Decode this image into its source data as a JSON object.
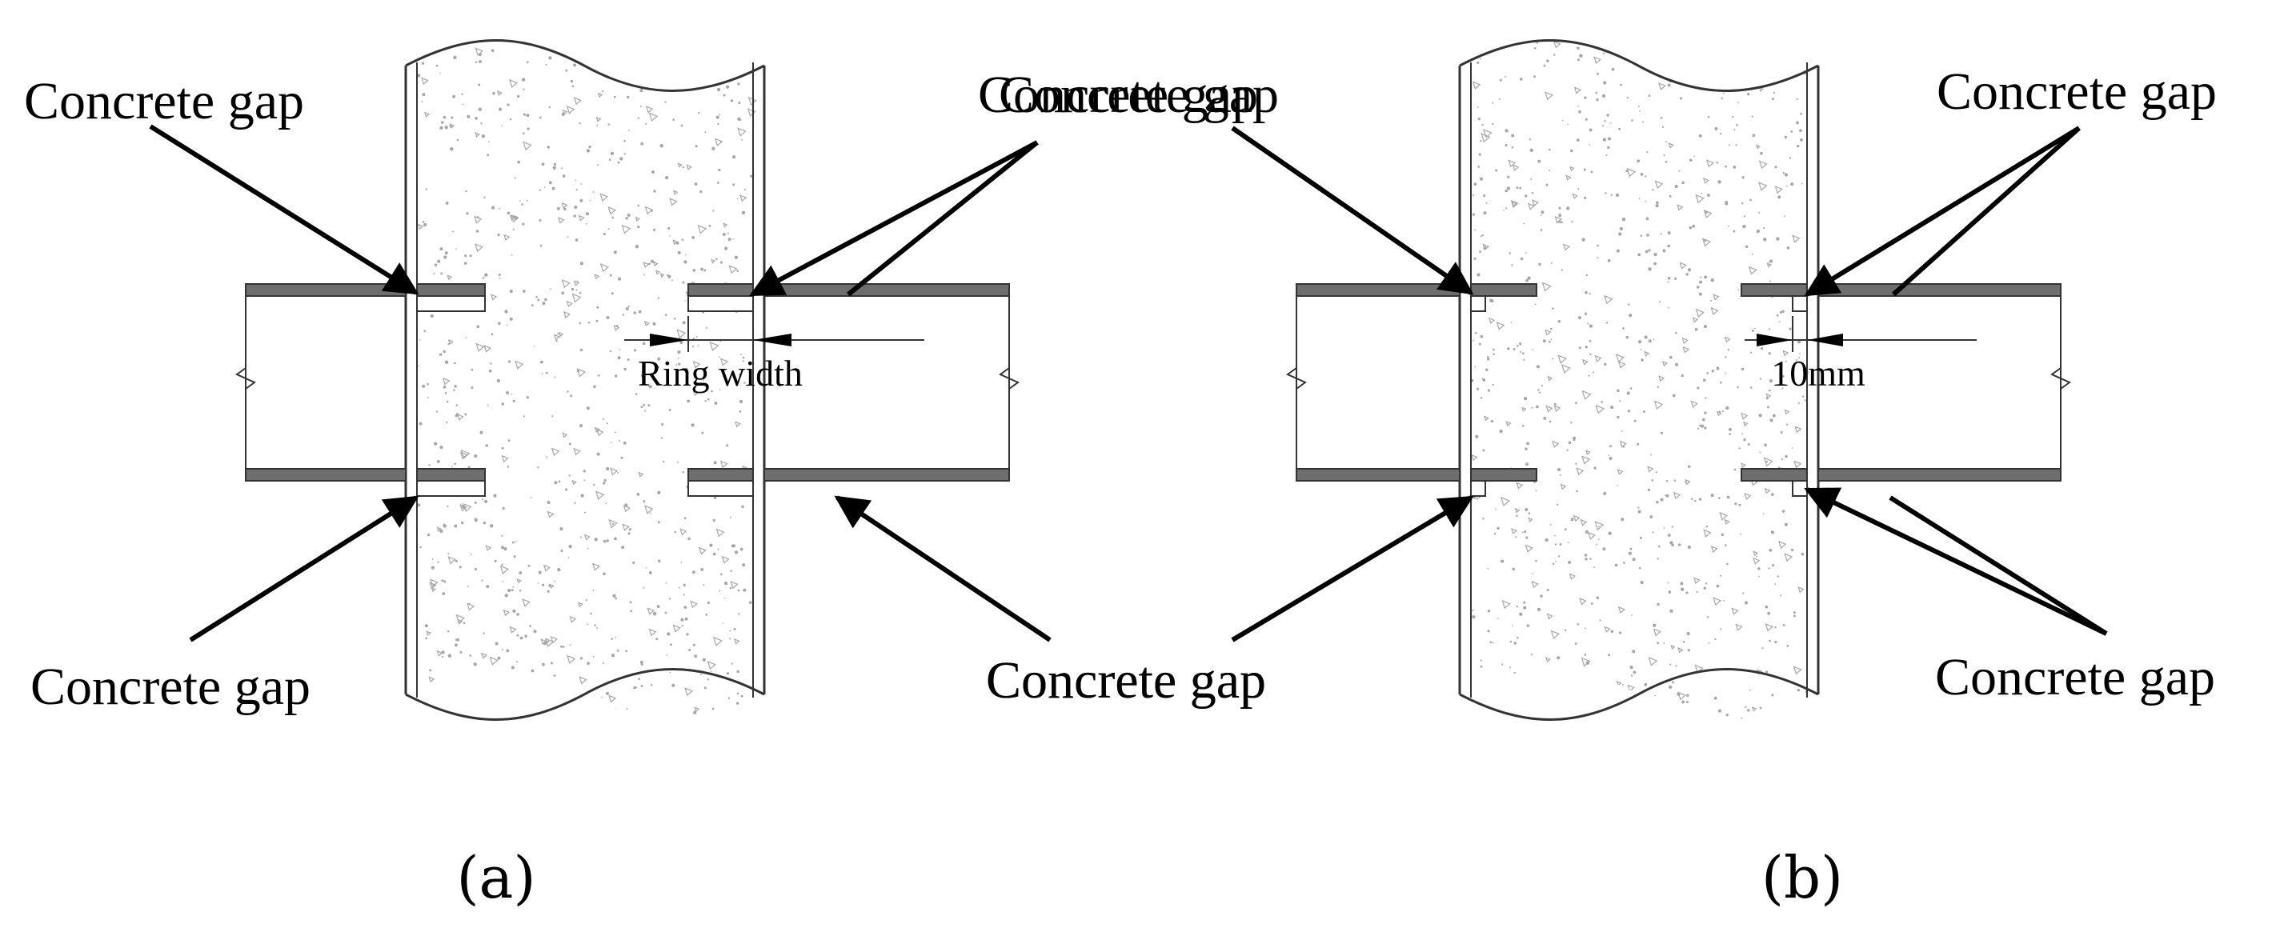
{
  "panel_a": {
    "caption": "(a)",
    "label_top_left": "Concrete gap",
    "label_top_right": "Concrete gap",
    "label_bottom_left": "Concrete gap",
    "label_bottom_right": "Concrete gap",
    "dimension_label": "Ring width"
  },
  "panel_b": {
    "caption": "(b)",
    "label_top_left": "Concrete gap",
    "label_top_right": "Concrete gap",
    "label_bottom_left": "Concrete gap",
    "label_bottom_right": "Concrete gap",
    "dimension_label": "10mm"
  },
  "colors": {
    "flange_fill": "#6e6e6e",
    "line": "#333333",
    "concrete_dot": "#a6a6a6",
    "arrow": "#000000"
  }
}
